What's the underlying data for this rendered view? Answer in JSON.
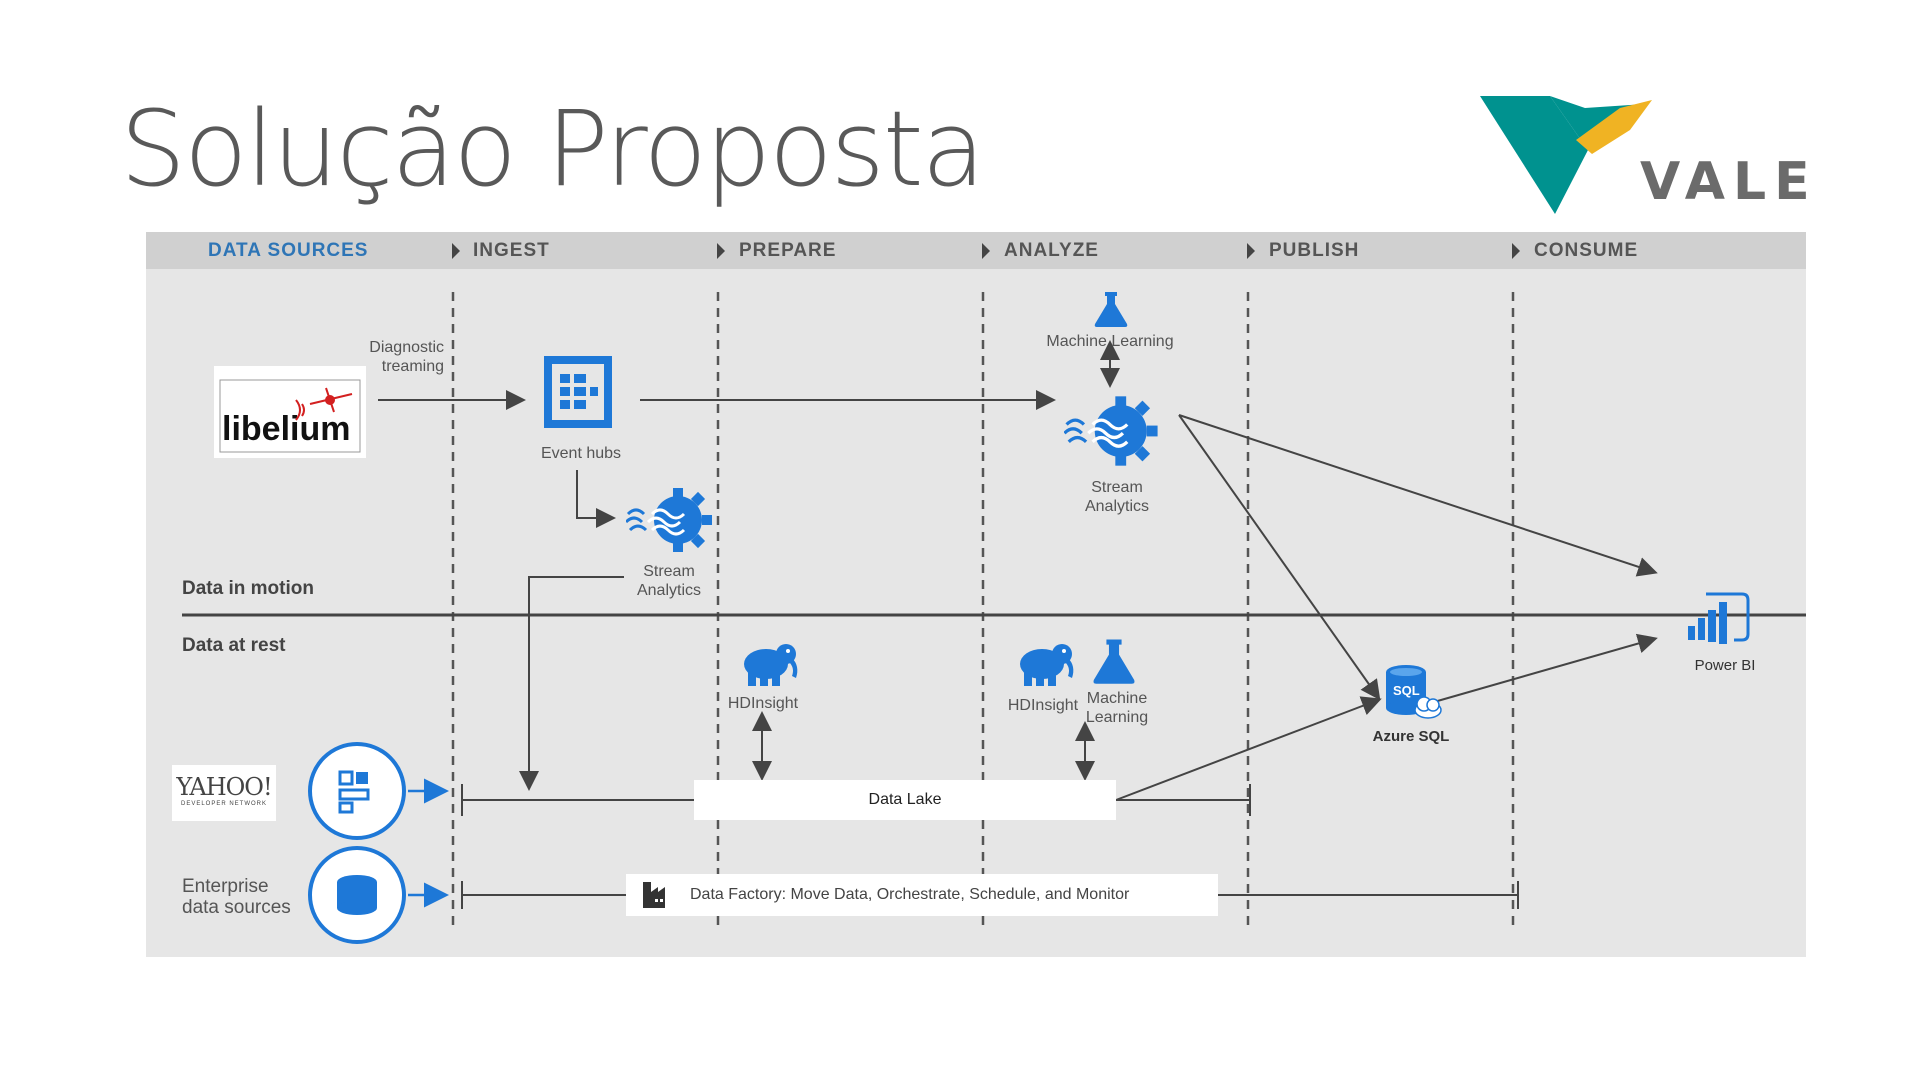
{
  "title": "Solução Proposta",
  "logo": {
    "text": "VALE"
  },
  "stages": [
    "DATA SOURCES",
    "INGEST",
    "PREPARE",
    "ANALYZE",
    "PUBLISH",
    "CONSUME"
  ],
  "sources": {
    "libelium": "libelium",
    "yahoo": "YAHOO!",
    "yahoo_sub": "DEVELOPER NETWORK",
    "enterprise_line1": "Enterprise",
    "enterprise_line2": "data sources"
  },
  "labels": {
    "diagnostic_line1": "Diagnostic",
    "diagnostic_line2": "treaming",
    "event_hubs": "Event hubs",
    "stream_analytics_ingest_1": "Stream",
    "stream_analytics_ingest_2": "Analytics",
    "machine_learning_top": "Machine Learning",
    "stream_analytics_analyze_1": "Stream",
    "stream_analytics_analyze_2": "Analytics",
    "hdinsight_prepare": "HDInsight",
    "hdinsight_analyze": "HDInsight",
    "ml_bottom_1": "Machine",
    "ml_bottom_2": "Learning",
    "azure_sql": "Azure SQL",
    "sql_badge": "SQL",
    "power_bi": "Power BI"
  },
  "bands": {
    "motion": "Data in motion",
    "rest": "Data at rest"
  },
  "boxes": {
    "data_lake": "Data Lake",
    "data_factory": "Data Factory: Move Data, Orchestrate, Schedule, and Monitor"
  },
  "colors": {
    "accent": "#2e75b6",
    "icon_blue": "#1e78d7",
    "vale_teal": "#00928f",
    "vale_yellow": "#f0b323"
  }
}
